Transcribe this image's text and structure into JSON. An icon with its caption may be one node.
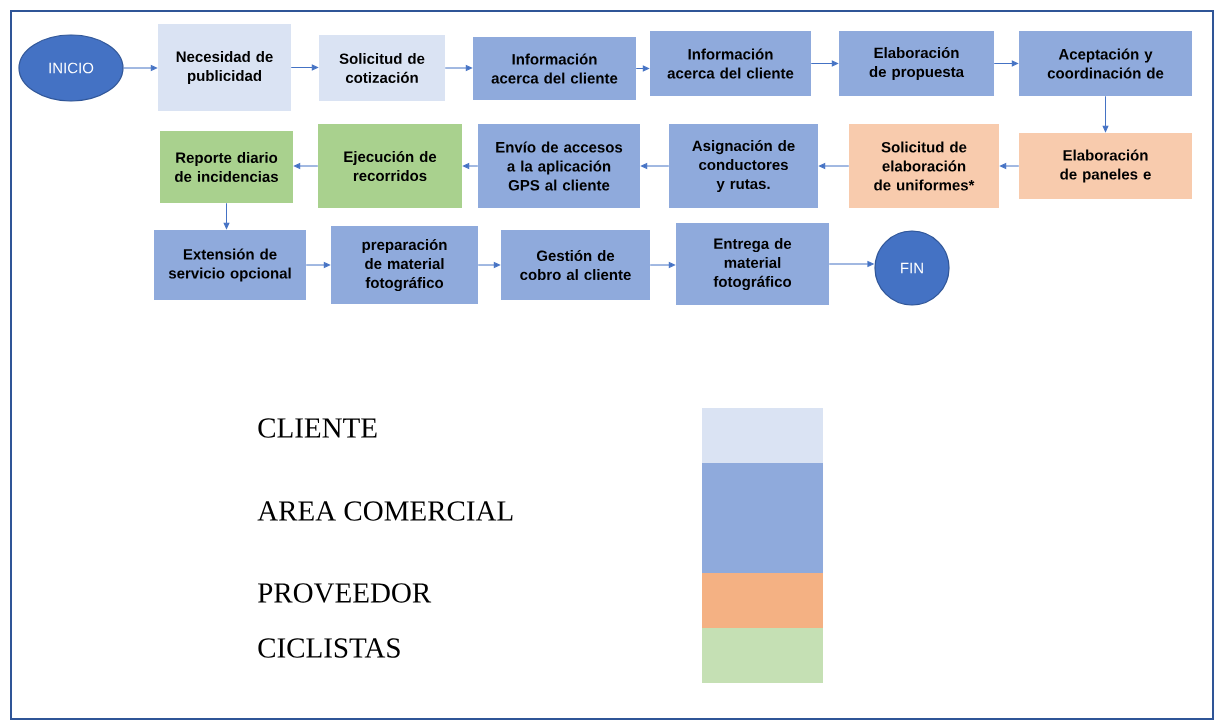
{
  "diagram": {
    "nodes": [
      {
        "text": [
          "INICIO"
        ]
      },
      {
        "text": [
          "Necesidad de publicidad"
        ]
      },
      {
        "text": [
          "Solicitud de cotización"
        ]
      },
      {
        "text": [
          "Información acerca del cliente"
        ]
      },
      {
        "text": [
          "Información acerca del cliente"
        ]
      },
      {
        "text": [
          "Elaboración de propuesta"
        ]
      },
      {
        "text": [
          "Aceptación y coordinación de"
        ]
      },
      {
        "text": [
          "Elaboración de paneles e"
        ]
      },
      {
        "text": [
          "Solicitud de elaboración de uniformes*"
        ]
      },
      {
        "text": [
          "Asignación de conductores y rutas."
        ]
      },
      {
        "text": [
          "Envío de accesos a la aplicación GPS al cliente"
        ]
      },
      {
        "text": [
          "Ejecución de recorridos"
        ]
      },
      {
        "text": [
          "Reporte diario de incidencias"
        ]
      },
      {
        "text": [
          "Extensión de servicio opcional"
        ]
      },
      {
        "text": [
          "preparación de material fotográfico"
        ]
      },
      {
        "text": [
          "Gestión de cobro al cliente"
        ]
      },
      {
        "text": [
          "Entrega de material fotográfico"
        ]
      },
      {
        "text": [
          "FIN"
        ]
      }
    ],
    "edges": [
      {
        "from": 0,
        "to": 1,
        "arrow": "to"
      },
      {
        "from": 1,
        "to": 2,
        "arrow": "to"
      },
      {
        "from": 2,
        "to": 3,
        "arrow": "to"
      },
      {
        "from": 3,
        "to": 4,
        "arrow": "to"
      },
      {
        "from": 4,
        "to": 5,
        "arrow": "to"
      },
      {
        "from": 5,
        "to": 6,
        "arrow": "to"
      },
      {
        "from": 6,
        "to": 7,
        "arrow": "to"
      },
      {
        "from": 7,
        "to": 8,
        "arrow": "to"
      },
      {
        "from": 8,
        "to": 9,
        "arrow": "to"
      },
      {
        "from": 9,
        "to": 10,
        "arrow": "to"
      },
      {
        "from": 10,
        "to": 11,
        "arrow": "to"
      },
      {
        "from": 11,
        "to": 12,
        "arrow": "to"
      },
      {
        "from": 12,
        "to": 13,
        "arrow": "to"
      },
      {
        "from": 13,
        "to": 14,
        "arrow": "to"
      },
      {
        "from": 14,
        "to": 15,
        "arrow": "to"
      },
      {
        "from": 15,
        "to": 16,
        "arrow": "to"
      },
      {
        "from": 16,
        "to": 17,
        "arrow": "to"
      }
    ],
    "legend": [
      {
        "text": "CLIENTE",
        "color": "#dae3f3"
      },
      {
        "text": "AREA COMERCIAL",
        "color": "#8faadc"
      },
      {
        "text": "PROVEEDOR",
        "color": "#f4b183"
      },
      {
        "text": "CICLISTAS",
        "color": "#c5e0b4"
      }
    ]
  }
}
